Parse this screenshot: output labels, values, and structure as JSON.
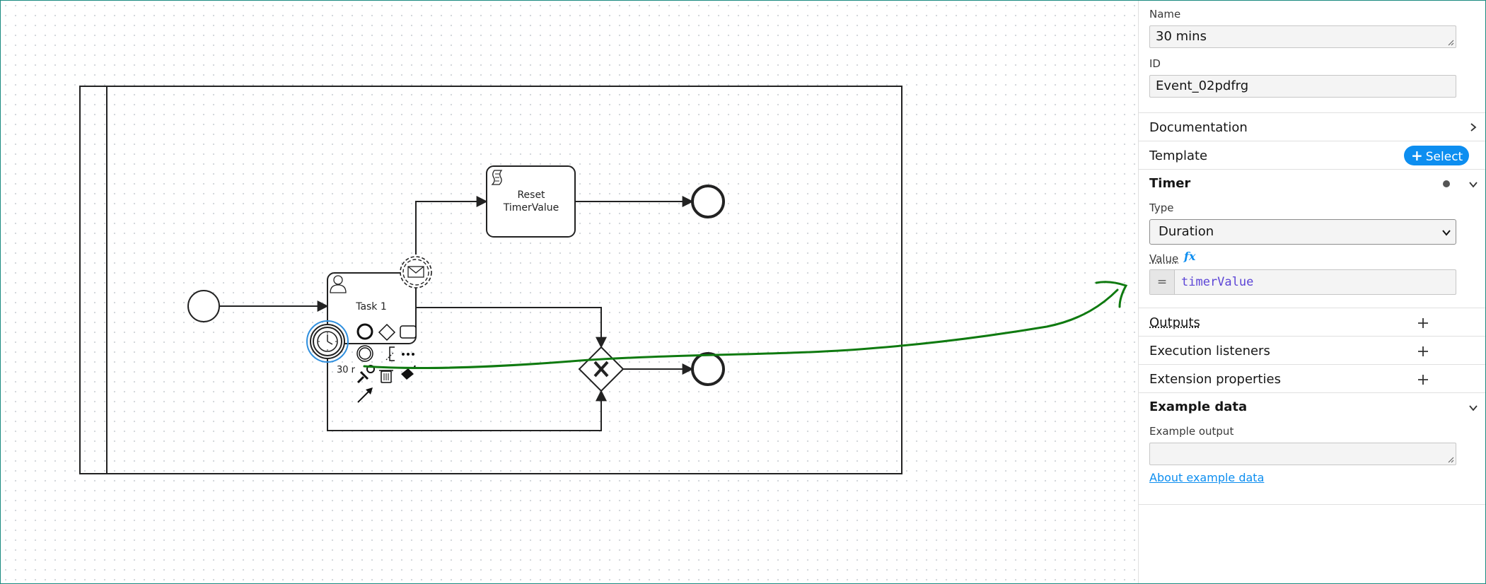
{
  "canvas": {
    "task1_label": "Task 1",
    "reset_task_label_line1": "Reset",
    "reset_task_label_line2": "TimerValue",
    "timer_label_partial": "30 r"
  },
  "panel": {
    "name_label": "Name",
    "name_value": "30 mins",
    "id_label": "ID",
    "id_value": "Event_02pdfrg",
    "documentation_label": "Documentation",
    "template_label": "Template",
    "select_button_label": "Select",
    "timer_label": "Timer",
    "type_label": "Type",
    "type_value": "Duration",
    "value_label": "Value",
    "fx_label": "fx",
    "feel_prefix": "=",
    "value_expression": "timerValue",
    "outputs_label": "Outputs",
    "execution_listeners_label": "Execution listeners",
    "extension_properties_label": "Extension properties",
    "example_data_label": "Example data",
    "example_output_label": "Example output",
    "example_output_value": "",
    "about_link": "About example data"
  },
  "colors": {
    "accent": "#0d8ef0",
    "selection": "#2f8fde",
    "annotation_stroke": "#0f7a10",
    "feel_text": "#5c45d6"
  },
  "icons": [
    "user-task-icon",
    "script-task-icon",
    "timer-icon",
    "message-icon",
    "exclusive-gateway-x",
    "wrench-icon",
    "trash-icon",
    "paint-bucket-icon",
    "connect-arrow-icon",
    "chevron-right-icon",
    "chevron-down-icon",
    "plus-icon",
    "resize-grip-icon"
  ]
}
